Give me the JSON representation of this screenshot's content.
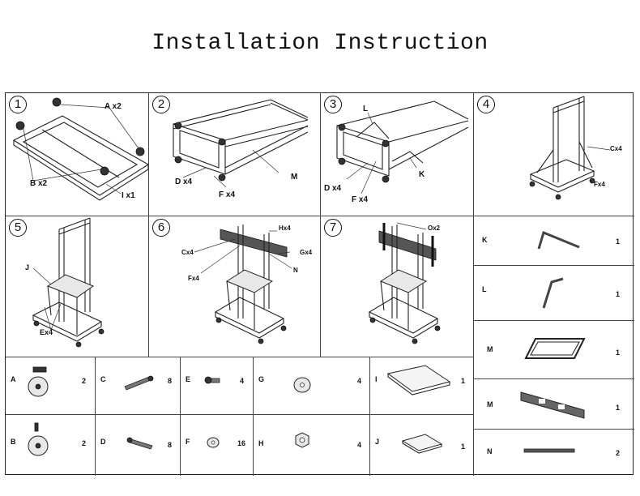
{
  "title": "Installation Instruction",
  "steps": [
    {
      "num": "1",
      "labels": [
        "A x2",
        "B x2",
        "I x1"
      ]
    },
    {
      "num": "2",
      "labels": [
        "D x4",
        "F x4",
        "M"
      ]
    },
    {
      "num": "3",
      "labels": [
        "L",
        "K",
        "D x4",
        "F x4"
      ]
    },
    {
      "num": "4",
      "labels": [
        "Cx4",
        "Fx4"
      ]
    },
    {
      "num": "5",
      "labels": [
        "J",
        "Ex4"
      ]
    },
    {
      "num": "6",
      "labels": [
        "Hx4",
        "Cx4",
        "Gx4",
        "N",
        "Fx4"
      ]
    },
    {
      "num": "7",
      "labels": [
        "Ox2"
      ]
    }
  ],
  "parts_right": [
    {
      "letter": "K",
      "qty": "1"
    },
    {
      "letter": "L",
      "qty": "1"
    },
    {
      "letter": "M",
      "qty": "1"
    },
    {
      "letter": "M",
      "qty": "1"
    },
    {
      "letter": "N",
      "qty": "2"
    }
  ],
  "parts_bottom": [
    {
      "letter": "A",
      "qty": "2"
    },
    {
      "letter": "C",
      "qty": "8"
    },
    {
      "letter": "E",
      "qty": "4"
    },
    {
      "letter": "G",
      "qty": "4"
    },
    {
      "letter": "I",
      "qty": "1"
    },
    {
      "letter": "B",
      "qty": "2"
    },
    {
      "letter": "D",
      "qty": "8"
    },
    {
      "letter": "F",
      "qty": "16"
    },
    {
      "letter": "H",
      "qty": "4"
    },
    {
      "letter": "J",
      "qty": "1"
    }
  ]
}
